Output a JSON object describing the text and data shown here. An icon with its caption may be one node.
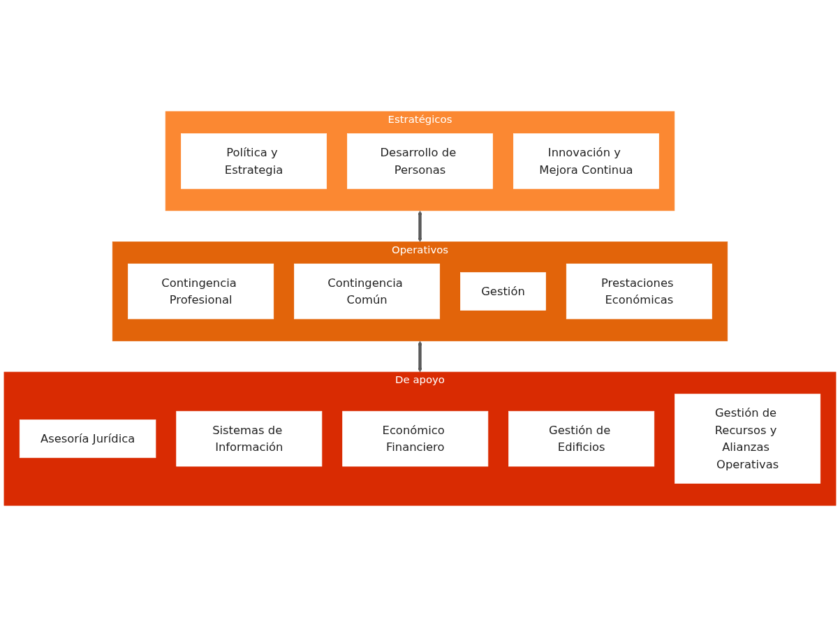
{
  "diagram": {
    "nodes": [
      {
        "text": [
          "Estratégicos"
        ]
      },
      {
        "text": [
          "Política y Estrategia"
        ],
        "in": 0
      },
      {
        "text": [
          "Desarrollo de Personas"
        ],
        "in": 0
      },
      {
        "text": [
          "Innovación y Mejora Continua"
        ],
        "in": 0
      },
      {
        "text": [
          "Operativos"
        ]
      },
      {
        "text": [
          "Contingencia Profesional"
        ],
        "in": 4
      },
      {
        "text": [
          "Contingencia Común"
        ],
        "in": 4
      },
      {
        "text": [
          "Gestión"
        ],
        "in": 4
      },
      {
        "text": [
          "Prestaciones Económicas"
        ],
        "in": 4
      },
      {
        "text": [
          "De apoyo"
        ]
      },
      {
        "text": [
          "Asesoría Jurídica"
        ],
        "in": 9
      },
      {
        "text": [
          "Sistemas de Información"
        ],
        "in": 9
      },
      {
        "text": [
          "Económico Financiero"
        ],
        "in": 9
      },
      {
        "text": [
          "Gestión de Edificios"
        ],
        "in": 9
      },
      {
        "text": [
          "Gestión de Recursos y Alianzas Operativas"
        ],
        "in": 9
      }
    ],
    "edges": [
      {
        "from": 0,
        "to": 4,
        "arrow": "both"
      },
      {
        "from": 4,
        "to": 9,
        "arrow": "both"
      }
    ]
  }
}
